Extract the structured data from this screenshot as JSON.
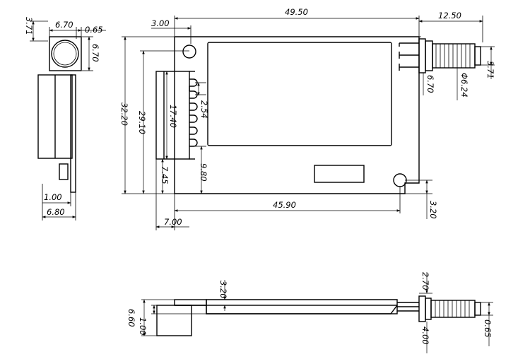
{
  "dimensions": {
    "side_width_top": "6.70",
    "side_pin_offset": "0.65",
    "side_connector_h": "3.71",
    "side_height": "6.70",
    "side_bottom_small": "1.00",
    "side_bottom_total": "6.80",
    "overall_length": "49.50",
    "antenna_length": "12.50",
    "hole_offset": "3.00",
    "pcb_height": "32.20",
    "header_span": "29.10",
    "header_len": "17.40",
    "pin_pitch": "2.54",
    "header_bottom": "7.45",
    "header_inner": "9.80",
    "antenna_offset": "3.71",
    "antenna_diam": "Φ6.24",
    "antenna_base": "6.70",
    "hole_span": "45.90",
    "hole_bottom": "3.20",
    "left_offset": "7.00",
    "front_board_h": "3.20",
    "front_ant_top": "2.70",
    "front_total_h": "6.60",
    "front_small": "1.00",
    "front_ant_right": "0.65",
    "front_ant_bottom": "4.00"
  }
}
